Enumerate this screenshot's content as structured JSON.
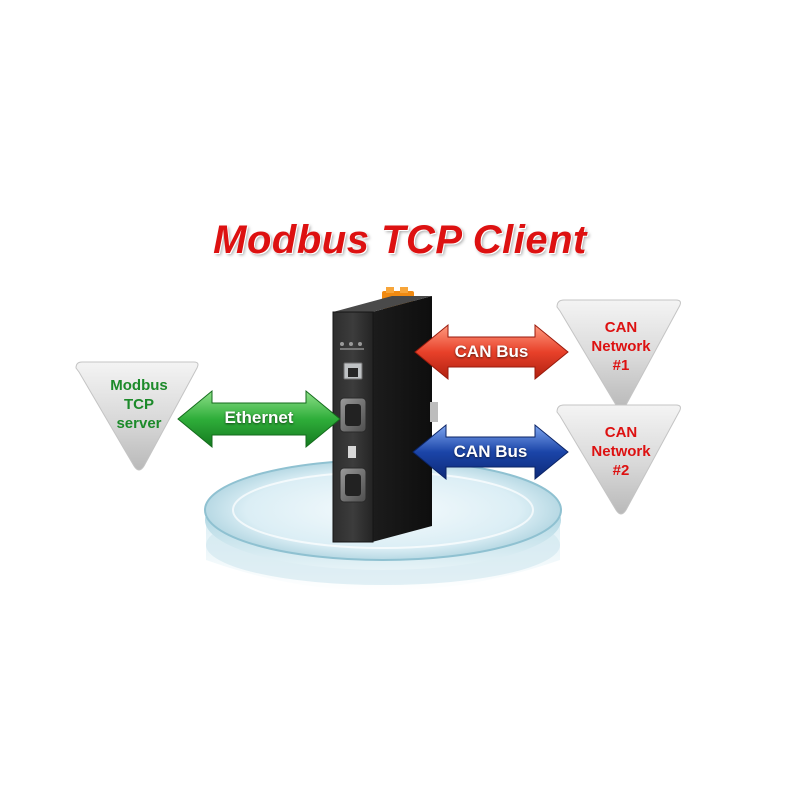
{
  "title": "Modbus TCP Client",
  "left_node": {
    "lines": [
      "Modbus",
      "TCP",
      "server"
    ]
  },
  "right_node_1": {
    "lines": [
      "CAN",
      "Network",
      "#1"
    ]
  },
  "right_node_2": {
    "lines": [
      "CAN",
      "Network",
      "#2"
    ]
  },
  "arrows": {
    "ethernet": "Ethernet",
    "can_top": "CAN Bus",
    "can_bottom": "CAN Bus"
  },
  "colors": {
    "title": "#dd1111",
    "left_text": "#1c8a2a",
    "right_text": "#dd1111",
    "ethernet_arrow": "#2fae3a",
    "can_arrow_top": "#e8412a",
    "can_arrow_bottom": "#1b45a8"
  }
}
